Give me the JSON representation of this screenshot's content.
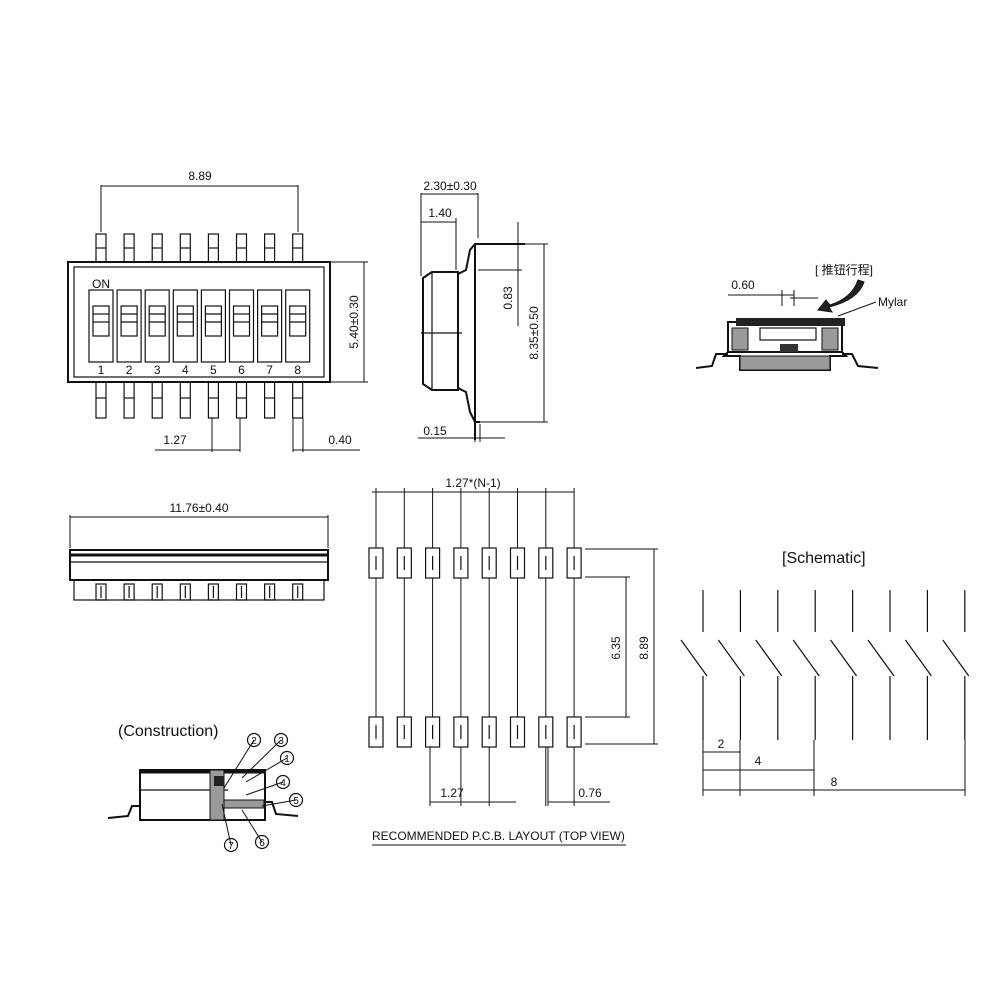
{
  "top_view": {
    "on_label": "ON",
    "switch_numbers": [
      "1",
      "2",
      "3",
      "4",
      "5",
      "6",
      "7",
      "8"
    ],
    "dim_width": "8.89",
    "dim_height": "5.40±0.30",
    "dim_pitch": "1.27",
    "dim_pin_width": "0.40"
  },
  "side_view": {
    "dim_total": "2.30±0.30",
    "dim_body": "1.40",
    "dim_lead_height": "0.83",
    "dim_overall": "8.35±0.50",
    "dim_lead_thickness": "0.15"
  },
  "detail_view": {
    "travel_label": "[ 推钮行程]",
    "dim_travel": "0.60",
    "mylar_label": "Mylar"
  },
  "front_view": {
    "dim_length": "11.76±0.40"
  },
  "pcb_layout": {
    "dim_span": "1.27*(N-1)",
    "dim_inner": "6.35",
    "dim_outer": "8.89",
    "dim_pitch": "1.27",
    "dim_pad_width": "0.76",
    "caption": "RECOMMENDED P.C.B. LAYOUT (TOP VIEW)"
  },
  "schematic": {
    "title": "[Schematic]",
    "dim_2": "2",
    "dim_4": "4",
    "dim_8": "8"
  },
  "construction": {
    "title": "(Construction)",
    "callouts": [
      "1",
      "2",
      "3",
      "4",
      "5",
      "6",
      "7"
    ]
  }
}
